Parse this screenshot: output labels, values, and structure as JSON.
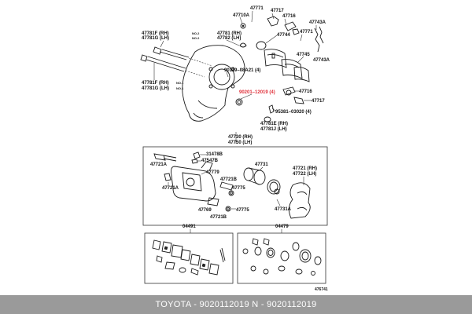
{
  "labels": {
    "p47771": "47771",
    "p47717a": "47717",
    "p47710a": "47710A",
    "p47716a": "47716",
    "p47743a_top": "47743A",
    "p47781f": "47781F (RH)",
    "p47781g_top": "47781G (LH)",
    "p47781_mid": "47781 (RH)",
    "p47782": "47782 (LH)",
    "p47744": "47744",
    "p47771b": "47771",
    "p47743a_b": "47743A",
    "p47745": "47745",
    "p47781f_note": "NO.2",
    "p47781g_note": "NO.2",
    "p90119": "90119–08A21 (4)",
    "p47781f_low": "47781F (RH)",
    "p47781g_low": "47781G (LH)",
    "note_no1a": "NO.1",
    "note_no1b": "NO.1",
    "p90201": "90201–12019 (4)",
    "p47716b": "47716",
    "p47717b": "47717",
    "p95381": "95381–03020 (4)",
    "p47781e": "47781E (RH)",
    "p47781j": "47781J (LH)",
    "p47730": "47730 (RH)",
    "p47750": "47750 (LH)",
    "p31478b": "31478B",
    "p47547b": "47547B",
    "p47721a_1": "47721A",
    "p47731": "47731",
    "p47779": "47779",
    "p47721rh": "47721 (RH)",
    "p47722lh": "47722 (LH)",
    "p47721b": "47721B",
    "p47721a_2": "47721A",
    "p47775a": "47775",
    "p47769": "47769",
    "p47775b": "47775",
    "p47721b_2": "47721B",
    "p47731a": "47731A",
    "p04491": "04491",
    "p04479": "04479",
    "fig_code": "476741"
  },
  "footer": {
    "text": "TOYOTA - 9020112019     N - 9020112019"
  },
  "colors": {
    "highlight": "#e0303a",
    "footer_bg": "#9a9a9a"
  }
}
